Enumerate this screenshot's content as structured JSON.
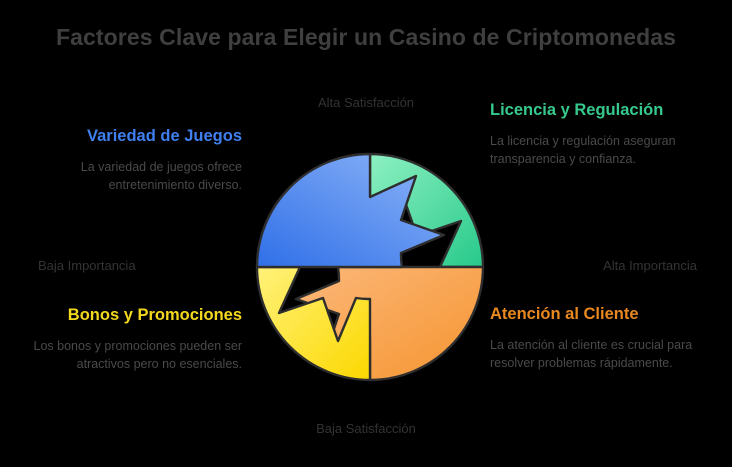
{
  "title": "Factores Clave para Elegir un Casino de Criptomonedas",
  "axes": {
    "top": "Alta Satisfacción",
    "bottom": "Baja Satisfacción",
    "left": "Baja Importancia",
    "right": "Alta Importancia"
  },
  "colors": {
    "background": "#000000",
    "title": "#3f3f3f",
    "axis_label": "#333333",
    "description": "#4a4a4a",
    "segment_top_left": "#4a89f3",
    "segment_top_right": "#3fd69a",
    "segment_bottom_left": "#fbe13c",
    "segment_bottom_right": "#f79a3e",
    "segment_outline": "#2e2e2e"
  },
  "quadrants": [
    {
      "id": "top-left",
      "title": "Variedad de Juegos",
      "description": "La variedad de juegos ofrece entretenimiento diverso.",
      "color": "#3f7ff0",
      "position": "top-left"
    },
    {
      "id": "top-right",
      "title": "Licencia y Regulación",
      "description": "La licencia y regulación aseguran transparencia y confianza.",
      "color": "#36c98d",
      "position": "top-right"
    },
    {
      "id": "bottom-left",
      "title": "Bonos y Promociones",
      "description": "Los bonos y promociones pueden ser atractivos pero no esenciales.",
      "color": "#f3d81e",
      "position": "bottom-left"
    },
    {
      "id": "bottom-right",
      "title": "Atención al Cliente",
      "description": "La atención al cliente es crucial para resolver problemas rápidamente.",
      "color": "#e8881f",
      "position": "bottom-right"
    }
  ],
  "diagram": {
    "type": "cyclical-arrow-ring",
    "segment_count": 4,
    "description": "Anillo circular de cuatro flechas, una por cuadrante"
  }
}
